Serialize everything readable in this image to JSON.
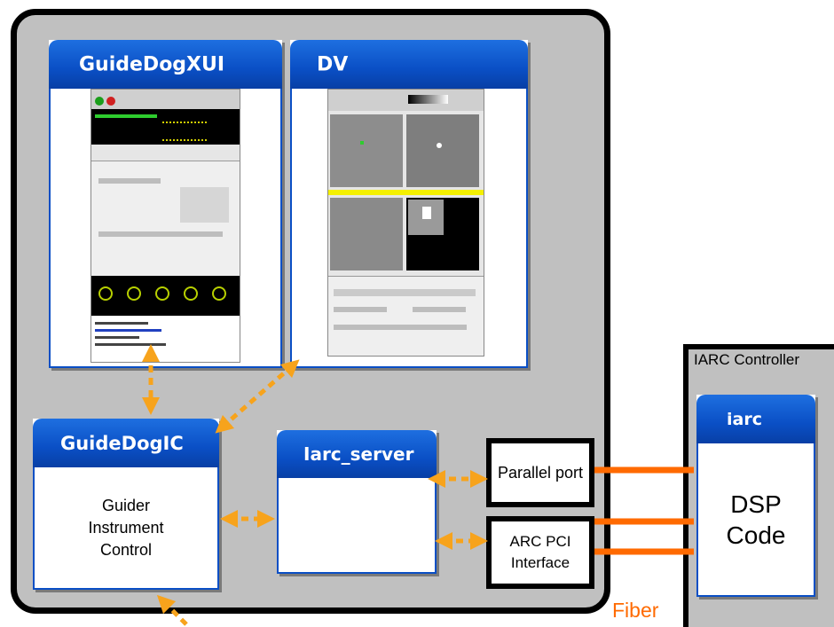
{
  "windows": {
    "guidedogxui": {
      "title": "GuideDogXUI"
    },
    "dv": {
      "title": "DV"
    },
    "guidedogic": {
      "title": "GuideDogIC",
      "body_lines": [
        "Guider",
        "Instrument",
        "Control"
      ]
    },
    "iarc_server": {
      "title": "Iarc_server"
    },
    "iarc": {
      "title": "iarc",
      "body_lines": [
        "DSP",
        "Code"
      ]
    }
  },
  "interfaces": {
    "parallel_port": "Parallel port",
    "arc_pci_lines": [
      "ARC PCI",
      "Interface"
    ]
  },
  "controller": {
    "label": "IARC Controller"
  },
  "fiber": {
    "label": "Fiber"
  },
  "colors": {
    "window_blue": "#0a4fc5",
    "arrow_orange": "#f7a31c",
    "fiber_orange": "#ff6a00",
    "host_gray": "#c0c0c0",
    "fiber_text": "#ff6a00"
  }
}
